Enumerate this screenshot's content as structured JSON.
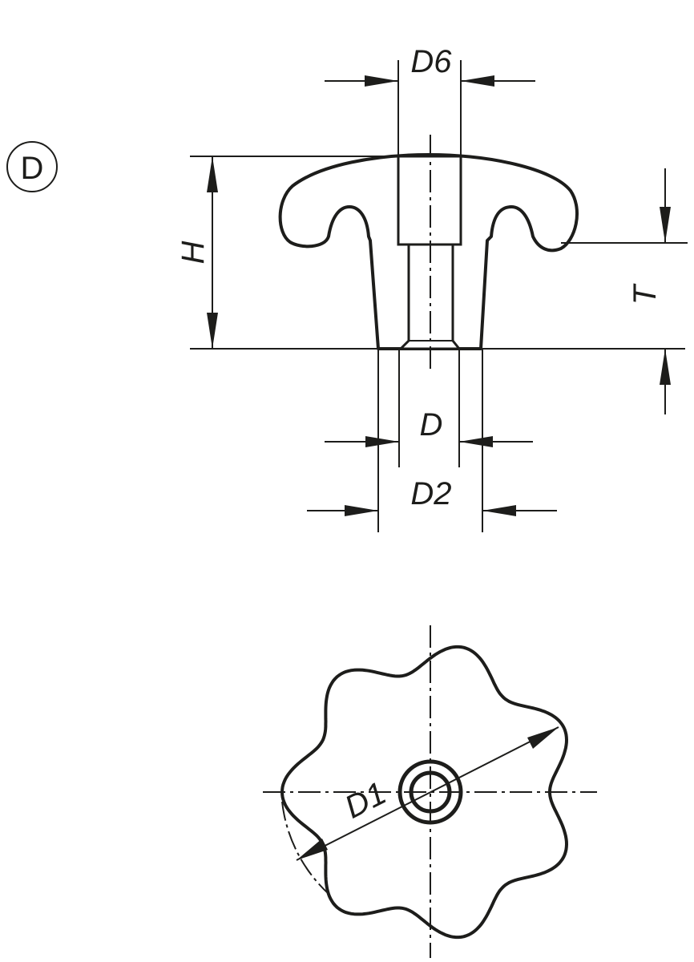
{
  "view_label": "D",
  "dimensions": {
    "d6": "D6",
    "h": "H",
    "t": "T",
    "d": "D",
    "d2": "D2",
    "d1": "D1"
  },
  "star_grip": {
    "lobes": 7
  },
  "colors": {
    "ink": "#1d1d1b",
    "background": "#ffffff"
  }
}
